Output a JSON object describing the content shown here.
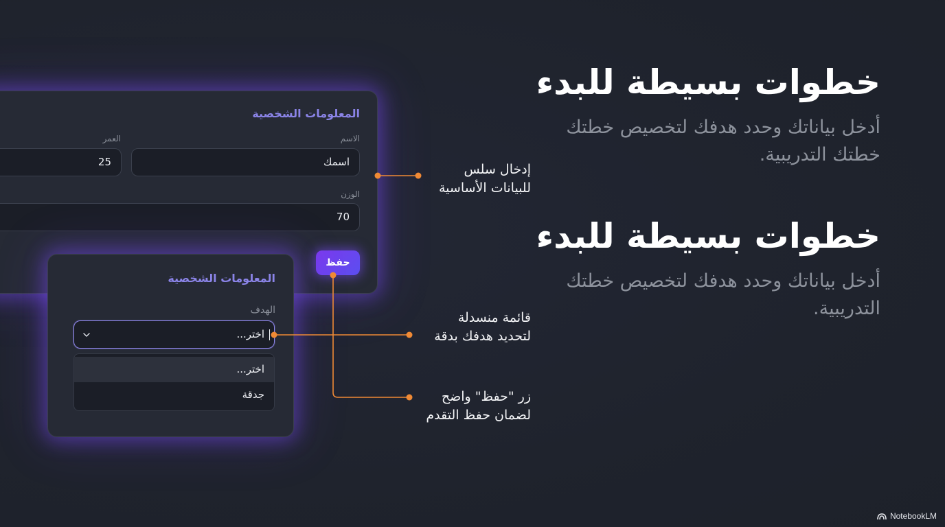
{
  "hero": {
    "block1": {
      "title": "خطوات بسيطة للبدء",
      "subtitle": "أدخل بياناتك وحدد هدفك لتخصيص خطتك خطتك التدريبية."
    },
    "block2": {
      "title": "خطوات بسيطة للبدء",
      "subtitle": "أدخل بياناتك وحدد هدفك لتخصيص خطتك التدريبية."
    }
  },
  "personal_card": {
    "title": "المعلومات الشخصية",
    "name_label": "الاسم",
    "name_value": "اسمك",
    "age_label": "العمر",
    "age_value": "25",
    "weight_label": "الوزن",
    "weight_value": "70",
    "save_label": "حفظ"
  },
  "goal_card": {
    "title": "المعلومات الشخصية",
    "goal_label": "الهدف",
    "selected_value": "اختر...",
    "options": [
      "اختر...",
      "جدقة"
    ]
  },
  "callouts": {
    "input": {
      "line1": "إدخال سلس",
      "line2": "للبيانات الأساسية"
    },
    "dropdown": {
      "line1": "قائمة منسدلة",
      "line2": "لتحديد هدفك بدقة"
    },
    "save": {
      "line1": "زر \"حفظ\" واضح",
      "line2": "لضمان حفظ التقدم"
    }
  },
  "colors": {
    "background": "#1f232d",
    "accent": "#7c4dff",
    "connector": "#f08a35",
    "card_title": "#8b84e8"
  },
  "watermark": {
    "text": "NotebookLM",
    "icon": "notebooklm-logo-icon"
  }
}
